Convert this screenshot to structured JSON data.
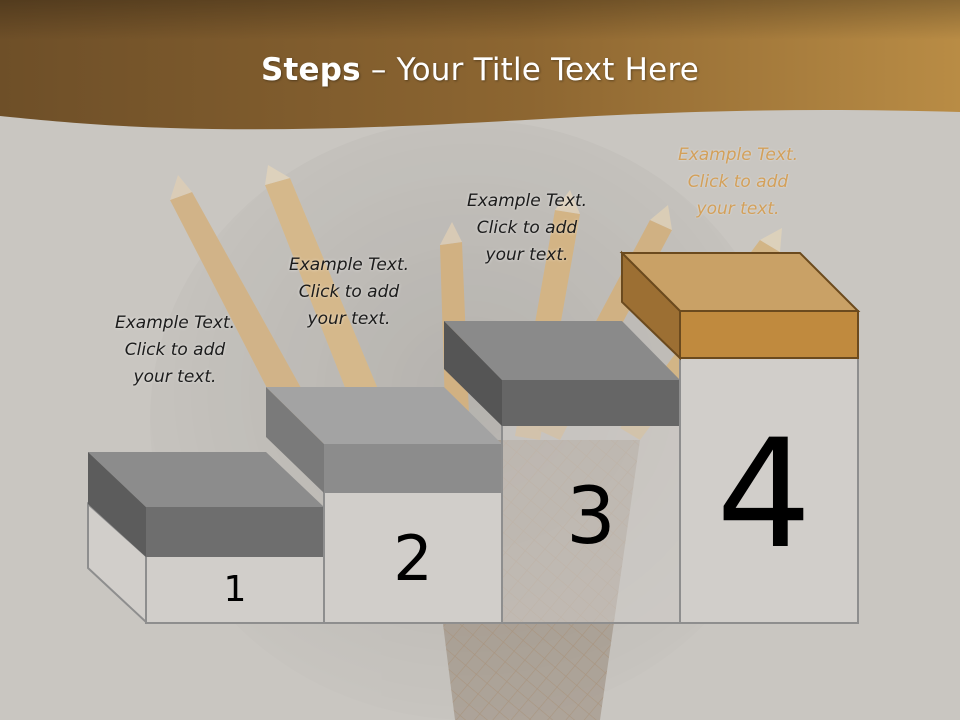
{
  "title": {
    "bold": "Steps",
    "rest": " – Your Title Text Here"
  },
  "steps": [
    {
      "number": "1",
      "lines": [
        "Example Text.",
        "Click  to add",
        "your text."
      ]
    },
    {
      "number": "2",
      "lines": [
        "Example Text.",
        "Click  to add",
        "your text."
      ]
    },
    {
      "number": "3",
      "lines": [
        "Example Text.",
        "Click  to add",
        "your text."
      ]
    },
    {
      "number": "4",
      "lines": [
        "Example Text.",
        "Click  to add",
        "your text."
      ]
    }
  ],
  "colors": {
    "header_dark": "#6e4f28",
    "header_light": "#b98c45",
    "background": "#c9c6c1",
    "block_gray": "#7a7a7a",
    "block_accent": "#c08a3e",
    "accent_text": "#d3a05a"
  }
}
